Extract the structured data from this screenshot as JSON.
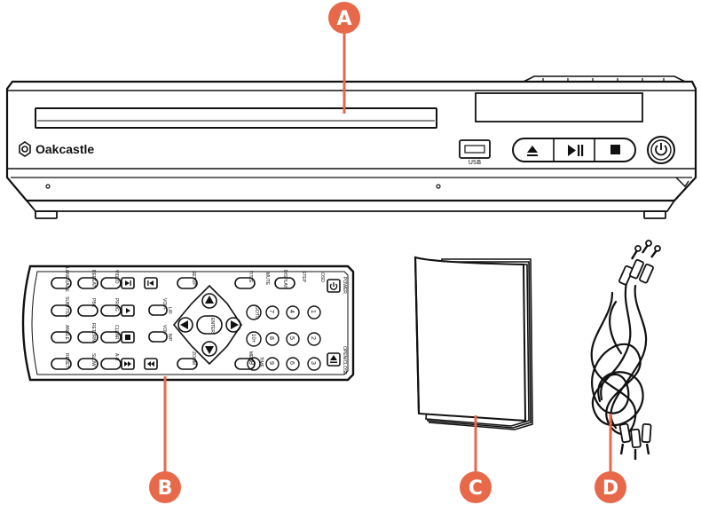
{
  "colors": {
    "accent": "#e8684a",
    "ink": "#111111",
    "label_text": "#ffffff"
  },
  "callouts": {
    "a": "A",
    "b": "B",
    "c": "C",
    "d": "D"
  },
  "player": {
    "brand": "Oakcastle",
    "usb_label": "USB"
  },
  "remote": {
    "language": "LANGUAGE",
    "repeat": "REPEAT",
    "video": "VIDEO",
    "subtitle": "SUBTITLE",
    "pbc": "PBC",
    "prog": "PROG",
    "angle": "ANGLE",
    "return": "RETURN",
    "clear": "CLEAR",
    "reset": "RESET",
    "slow": "SLOW",
    "ab": "A-B",
    "setup": "SETUP",
    "lr": "L/R",
    "vol_up": "VOL+",
    "vol_down": "VOL-",
    "np": "N/P",
    "zoom": "ZOOM",
    "enter": "ENTER",
    "title": "TITLE",
    "mute": "MUTE",
    "display": "DISPLAY",
    "goto": "GOTO",
    "menu": "MENU",
    "time": "TIME",
    "step": "STEP",
    "osd": "OSD",
    "power": "POWER",
    "open_close": "OPEN/CLOSE",
    "ten_plus": "10+",
    "digits": [
      "1",
      "2",
      "3",
      "4",
      "5",
      "6",
      "7",
      "8",
      "9",
      "0"
    ]
  }
}
